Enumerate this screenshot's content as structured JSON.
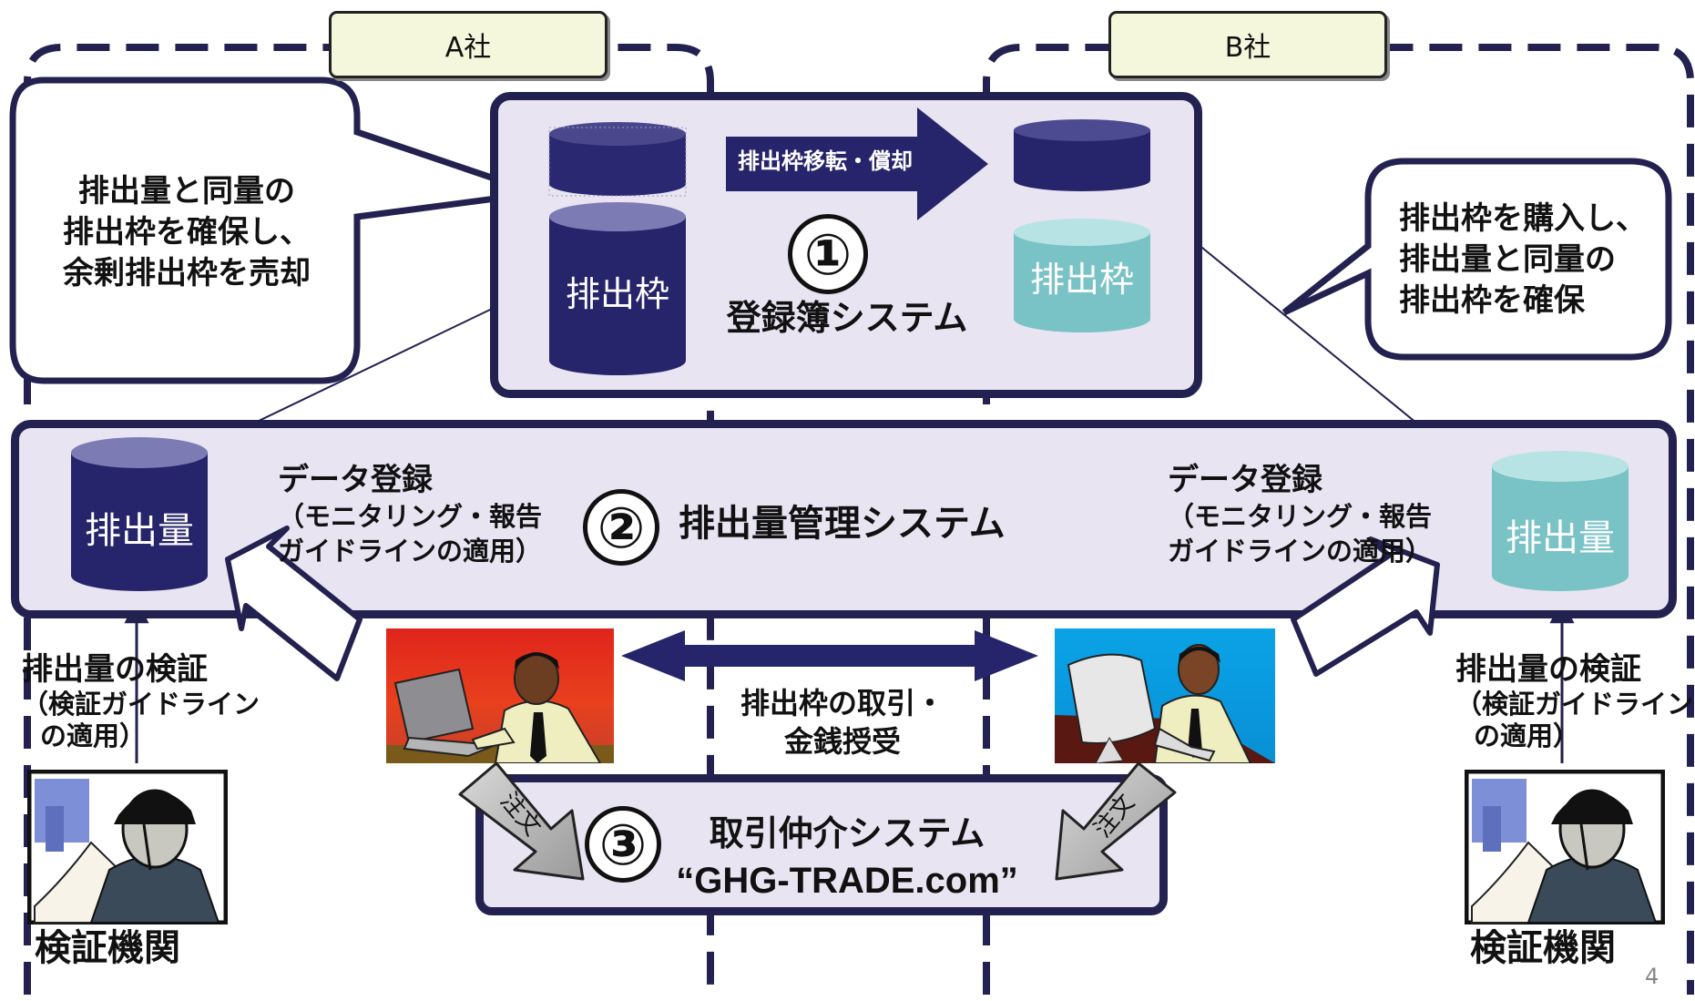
{
  "companies": {
    "a": "A社",
    "b": "B社"
  },
  "bubbles": {
    "left": [
      "排出量と同量の",
      "排出枠を確保し、",
      "余剰排出枠を売却"
    ],
    "right": [
      "排出枠を購入し、",
      "排出量と同量の",
      "排出枠を確保"
    ]
  },
  "registry": {
    "number": "①",
    "title": "登録簿システム",
    "transfer_label": "排出枠移転・償却",
    "allowance_a": "排出枠",
    "allowance_b": "排出枠"
  },
  "emissions_mgmt": {
    "number": "②",
    "title": "排出量管理システム",
    "left_db": "排出量",
    "right_db": "排出量",
    "data_entry_left": [
      "データ登録",
      "（モニタリング・報告",
      "ガイドラインの適用）"
    ],
    "data_entry_right": [
      "データ登録",
      "（モニタリング・報告",
      "ガイドラインの適用）"
    ]
  },
  "verification": {
    "left": [
      "排出量の検証",
      "（検証ガイドライン",
      "の適用）"
    ],
    "right": [
      "排出量の検証",
      "（検証ガイドライン",
      "の適用）"
    ],
    "left_body": "検証機関",
    "right_body": "検証機関"
  },
  "trading": {
    "label": [
      "排出枠の取引・",
      "金銭授受"
    ],
    "order_left": "注文",
    "order_right": "注文"
  },
  "brokerage": {
    "number": "③",
    "title": "取引仲介システム",
    "site": "“GHG-TRADE.com”"
  },
  "page_number": "4",
  "colors": {
    "navy": "#23214f",
    "navy_fill": "#26246a",
    "teal": "#74c3c6",
    "lavender": "#e8e4f2",
    "tab": "#f4f7dc"
  }
}
